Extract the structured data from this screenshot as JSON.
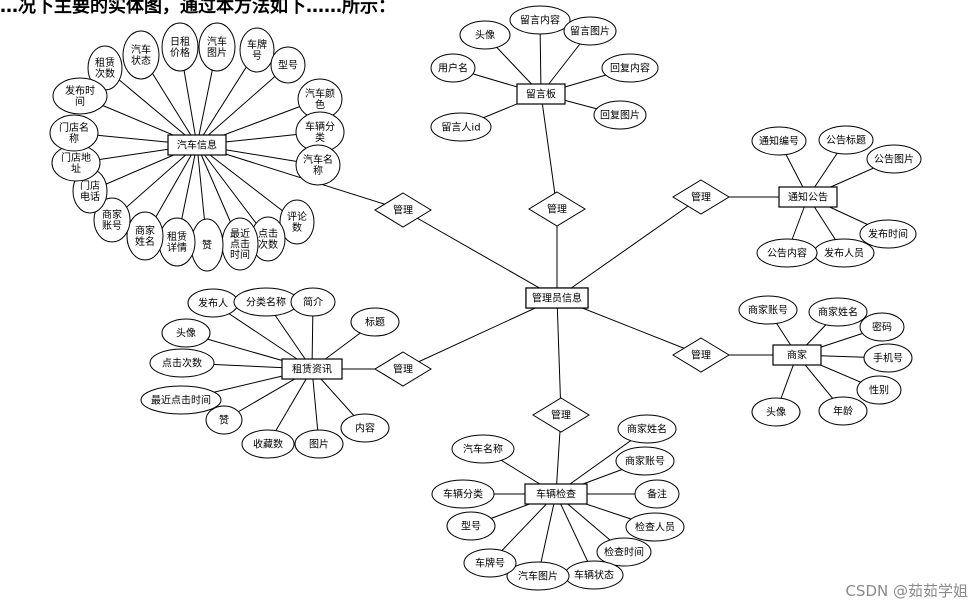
{
  "header_text": "…况下主要的实体图，通过本方法如下……所示：",
  "watermark": "CSDN @茹茹学姐",
  "center": {
    "label": "管理员信息"
  },
  "entities": [
    {
      "key": "car",
      "label": "汽车信息",
      "relationship": "管理",
      "attributes": [
        {
          "lines": [
            "租赁",
            "次数"
          ]
        },
        {
          "lines": [
            "汽车",
            "状态"
          ]
        },
        {
          "lines": [
            "日租",
            "价格"
          ]
        },
        {
          "lines": [
            "汽车",
            "图片"
          ]
        },
        {
          "lines": [
            "车牌",
            "号"
          ]
        },
        {
          "lines": [
            "型号"
          ]
        },
        {
          "lines": [
            "汽车颜",
            "色"
          ]
        },
        {
          "lines": [
            "车辆分",
            "类"
          ]
        },
        {
          "lines": [
            "汽车名",
            "称"
          ]
        },
        {
          "lines": [
            "评论",
            "数"
          ]
        },
        {
          "lines": [
            "点击",
            "次数"
          ]
        },
        {
          "lines": [
            "最近",
            "点击",
            "时间"
          ]
        },
        {
          "lines": [
            "赞"
          ]
        },
        {
          "lines": [
            "租赁",
            "详情"
          ]
        },
        {
          "lines": [
            "商家",
            "姓名"
          ]
        },
        {
          "lines": [
            "商家",
            "账号"
          ]
        },
        {
          "lines": [
            "门店",
            "电话"
          ]
        },
        {
          "lines": [
            "门店地",
            "址"
          ]
        },
        {
          "lines": [
            "门店名",
            "称"
          ]
        },
        {
          "lines": [
            "发布时",
            "间"
          ]
        }
      ]
    },
    {
      "key": "board",
      "label": "留言板",
      "relationship": "管理",
      "attributes": [
        {
          "lines": [
            "头像"
          ]
        },
        {
          "lines": [
            "留言内容"
          ]
        },
        {
          "lines": [
            "留言图片"
          ]
        },
        {
          "lines": [
            "回复内容"
          ]
        },
        {
          "lines": [
            "回复图片"
          ]
        },
        {
          "lines": [
            "用户名"
          ]
        },
        {
          "lines": [
            "留言人id"
          ]
        }
      ]
    },
    {
      "key": "notice",
      "label": "通知公告",
      "relationship": "管理",
      "attributes": [
        {
          "lines": [
            "通知编号"
          ]
        },
        {
          "lines": [
            "公告标题"
          ]
        },
        {
          "lines": [
            "公告图片"
          ]
        },
        {
          "lines": [
            "发布时间"
          ]
        },
        {
          "lines": [
            "发布人员"
          ]
        },
        {
          "lines": [
            "公告内容"
          ]
        }
      ]
    },
    {
      "key": "merchant",
      "label": "商家",
      "relationship": "管理",
      "attributes": [
        {
          "lines": [
            "商家账号"
          ]
        },
        {
          "lines": [
            "商家姓名"
          ]
        },
        {
          "lines": [
            "密码"
          ]
        },
        {
          "lines": [
            "手机号"
          ]
        },
        {
          "lines": [
            "性别"
          ]
        },
        {
          "lines": [
            "年龄"
          ]
        },
        {
          "lines": [
            "头像"
          ]
        }
      ]
    },
    {
      "key": "inspect",
      "label": "车辆检查",
      "relationship": "管理",
      "attributes": [
        {
          "lines": [
            "商家姓名"
          ]
        },
        {
          "lines": [
            "商家账号"
          ]
        },
        {
          "lines": [
            "备注"
          ]
        },
        {
          "lines": [
            "检查人员"
          ]
        },
        {
          "lines": [
            "检查时间"
          ]
        },
        {
          "lines": [
            "车辆状态"
          ]
        },
        {
          "lines": [
            "汽车图片"
          ]
        },
        {
          "lines": [
            "车牌号"
          ]
        },
        {
          "lines": [
            "型号"
          ]
        },
        {
          "lines": [
            "车辆分类"
          ]
        },
        {
          "lines": [
            "汽车名称"
          ]
        }
      ]
    },
    {
      "key": "news",
      "label": "租赁资讯",
      "relationship": "管理",
      "attributes": [
        {
          "lines": [
            "发布人"
          ]
        },
        {
          "lines": [
            "分类名称"
          ]
        },
        {
          "lines": [
            "简介"
          ]
        },
        {
          "lines": [
            "标题"
          ]
        },
        {
          "lines": [
            "内容"
          ]
        },
        {
          "lines": [
            "图片"
          ]
        },
        {
          "lines": [
            "收藏数"
          ]
        },
        {
          "lines": [
            "赞"
          ]
        },
        {
          "lines": [
            "最近点击时间"
          ]
        },
        {
          "lines": [
            "点击次数"
          ]
        },
        {
          "lines": [
            "头像"
          ]
        }
      ]
    }
  ]
}
